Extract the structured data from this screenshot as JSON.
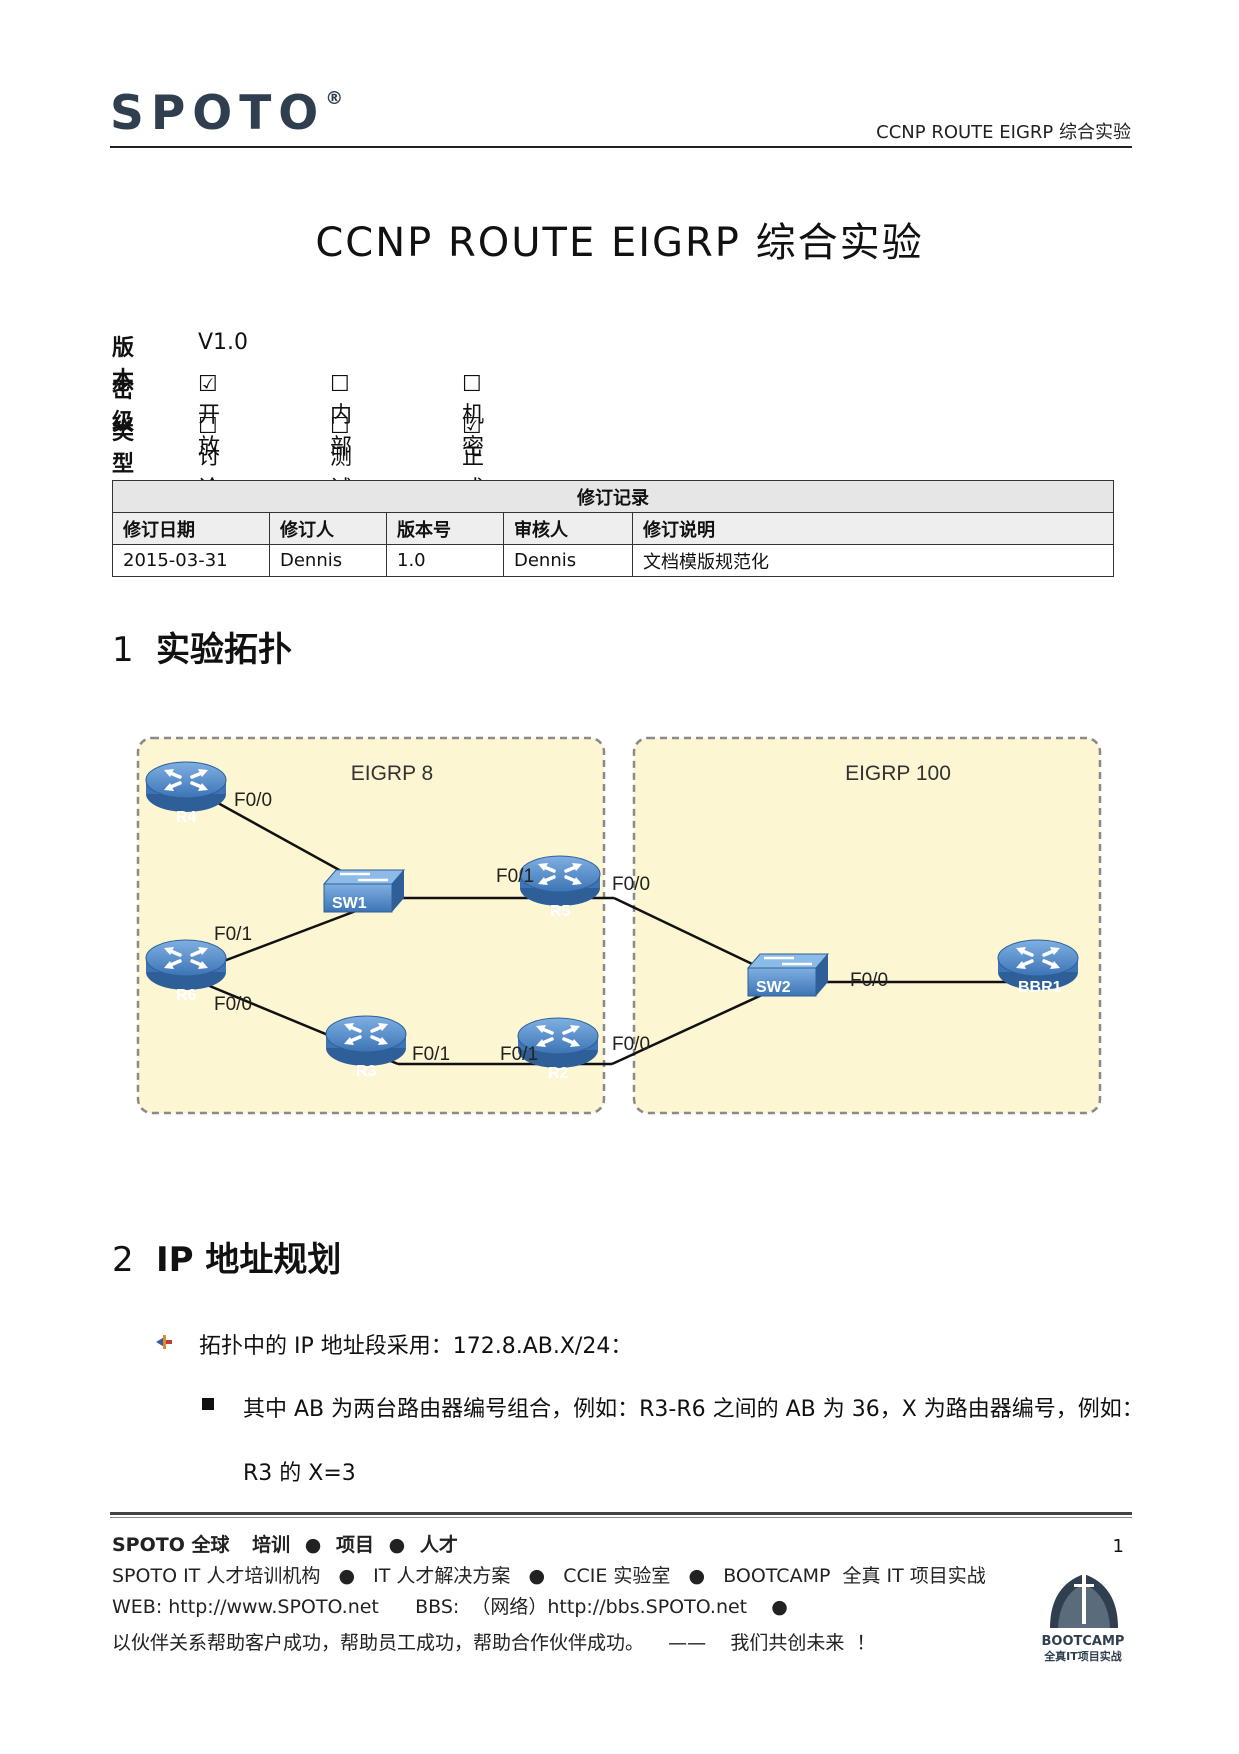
{
  "header": {
    "logo": "SPOTO",
    "logo_mark": "®",
    "right_text": "CCNP ROUTE EIGRP 综合实验"
  },
  "title": "CCNP ROUTE EIGRP 综合实验",
  "meta": {
    "version_label": "版本",
    "version_value": "V1.0",
    "security_label": "密级",
    "security_options": [
      "☑开放",
      "☐内部",
      "☐机密"
    ],
    "type_label": "类型",
    "type_options": [
      "☐讨论版",
      "☐测试版",
      "☑正式版"
    ]
  },
  "revision": {
    "caption": "修订记录",
    "headers": [
      "修订日期",
      "修订人",
      "版本号",
      "审核人",
      "修订说明"
    ],
    "rows": [
      [
        "2015-03-31",
        "Dennis",
        "1.0",
        "Dennis",
        "文档模版规范化"
      ]
    ]
  },
  "sections": [
    {
      "num": "1",
      "title": "实验拓扑"
    },
    {
      "num": "2",
      "title": "IP 地址规划"
    }
  ],
  "topology": {
    "zone_left": "EIGRP 8",
    "zone_right": "EIGRP 100",
    "devices": {
      "r4": "R4",
      "r6": "R6",
      "r3": "R3",
      "r5": "R5",
      "r2": "R2",
      "sw1": "SW1",
      "sw2": "SW2",
      "bbr1": "BBR1"
    },
    "ports": {
      "r4_f00": "F0/0",
      "r6_f01": "F0/1",
      "r6_f00": "F0/0",
      "r3_f01": "F0/1",
      "r2_f01": "F0/1",
      "r5_f01": "F0/1",
      "r5_f00": "F0/0",
      "r2_f00": "F0/0",
      "bbr1_f00": "F0/0"
    },
    "colors": {
      "zone_fill": "#fcf6d3",
      "zone_border": "#8a8a8a",
      "device_fill": "#4d86c6",
      "device_dark": "#2f5f99"
    }
  },
  "ip_plan": {
    "line1": "拓扑中的 IP 地址段采用：172.8.AB.X/24：",
    "line2": "其中 AB 为两台路由器编号组合，例如：R3-R6 之间的 AB 为 36，X 为路由器编号，例如：",
    "line3": "R3 的 X=3"
  },
  "footer": {
    "line1_brand": "SPOTO  全球",
    "line1_items": [
      "培训",
      "项目",
      "人才"
    ],
    "line2": "SPOTO IT 人才培训机构   ●   IT 人才解决方案   ●   CCIE 实验室   ●   BOOTCAMP  全真 IT 项目实战",
    "line3": "WEB: http://www.SPOTO.net      BBS:  （网络）http://bbs.SPOTO.net    ●",
    "line4": "以伙伴关系帮助客户成功，帮助员工成功，帮助合作伙伴成功。    ——    我们共创未来  ！",
    "page_number": "1",
    "bootcamp_line1": "BOOTCAMP",
    "bootcamp_line2": "全真IT项目实战"
  }
}
